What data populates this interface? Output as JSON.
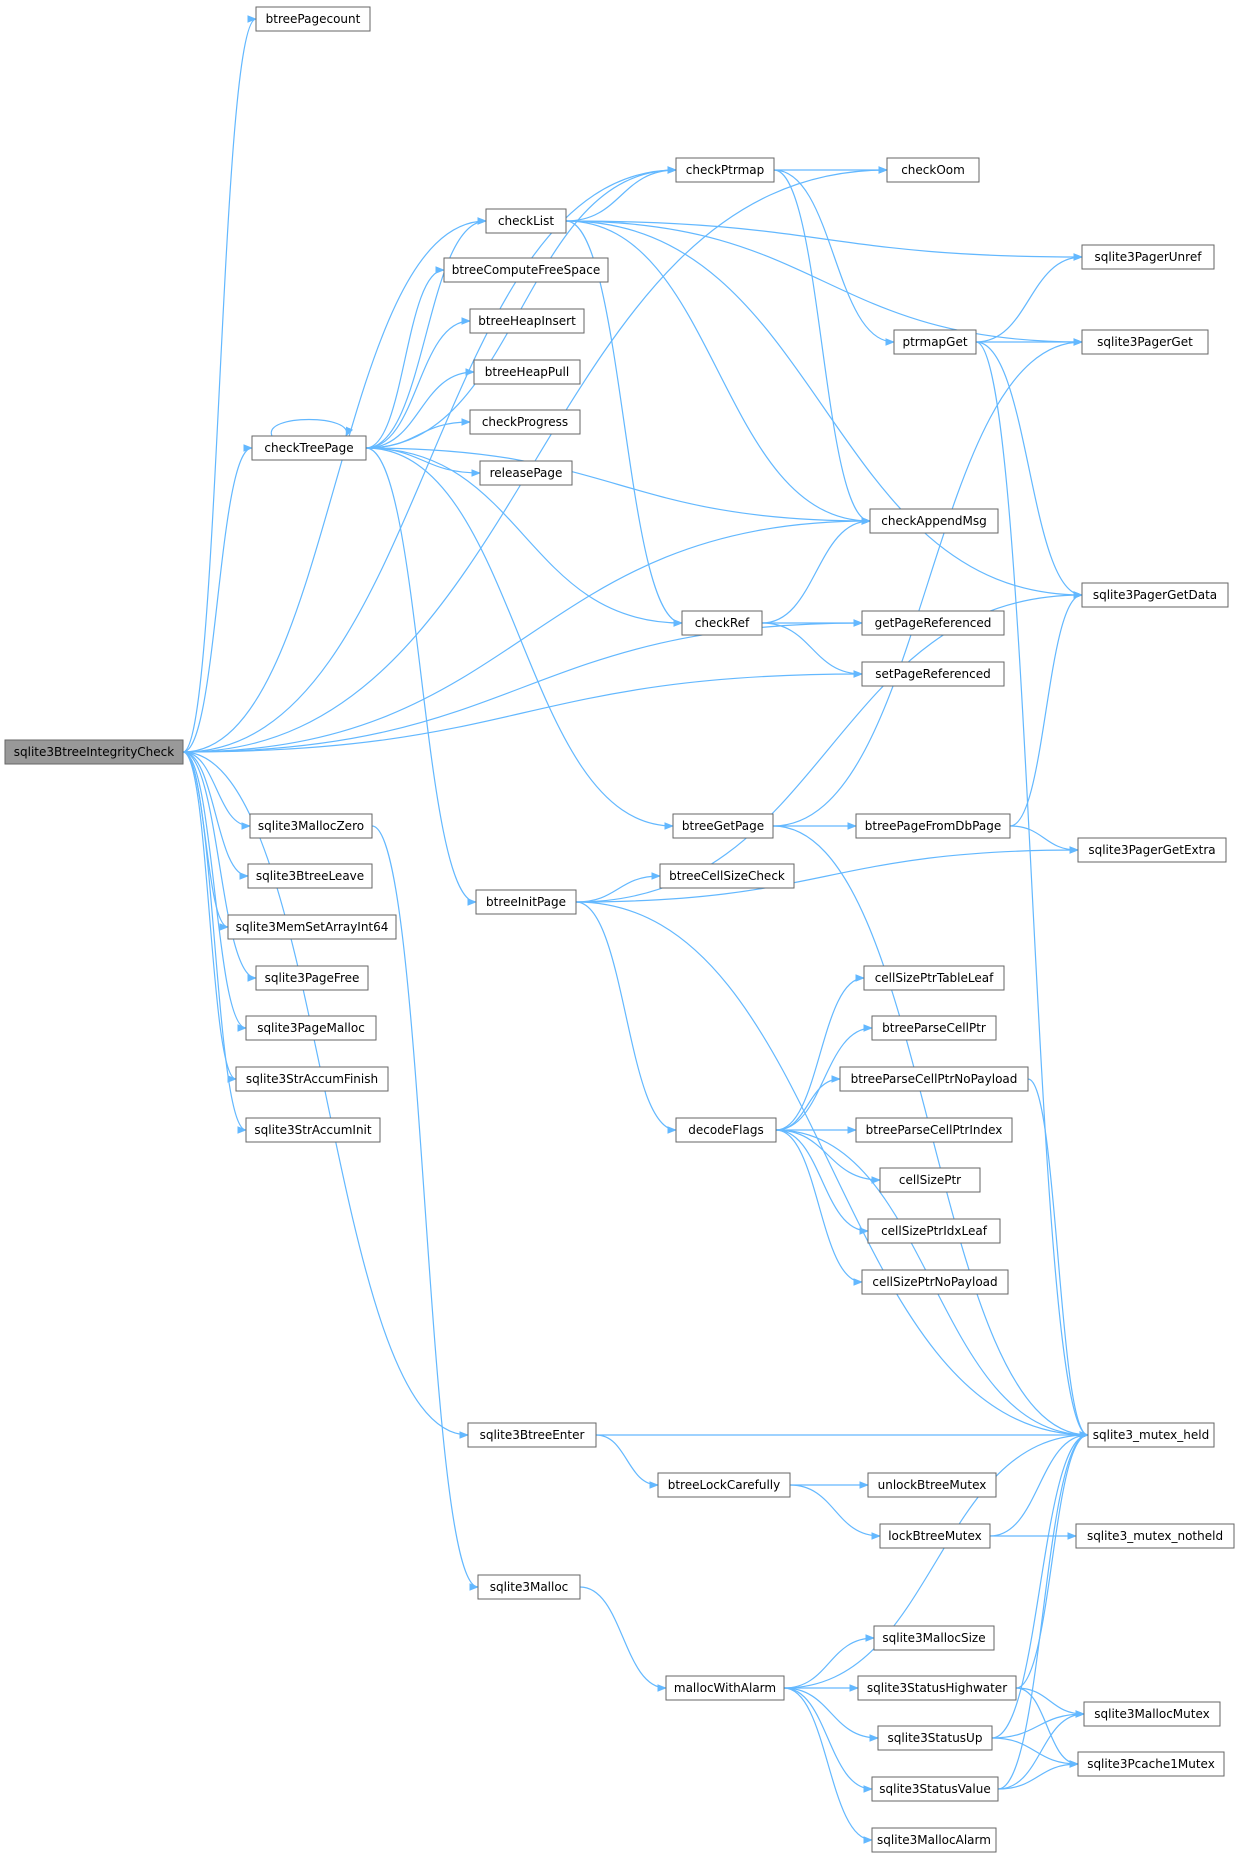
{
  "colors": {
    "edge": "#63b8ff",
    "node_border": "#666666",
    "root_fill": "#999999",
    "node_fill": "#ffffff"
  },
  "nodes": [
    {
      "id": "root",
      "label": "sqlite3BtreeIntegrityCheck",
      "root": true
    },
    {
      "id": "btreePagecount",
      "label": "btreePagecount"
    },
    {
      "id": "checkPtrmap",
      "label": "checkPtrmap"
    },
    {
      "id": "checkOom",
      "label": "checkOom"
    },
    {
      "id": "checkList",
      "label": "checkList"
    },
    {
      "id": "sqlite3PagerUnref",
      "label": "sqlite3PagerUnref"
    },
    {
      "id": "btreeComputeFreeSpace",
      "label": "btreeComputeFreeSpace"
    },
    {
      "id": "btreeHeapInsert",
      "label": "btreeHeapInsert"
    },
    {
      "id": "btreeHeapPull",
      "label": "btreeHeapPull"
    },
    {
      "id": "ptrmapGet",
      "label": "ptrmapGet"
    },
    {
      "id": "sqlite3PagerGet",
      "label": "sqlite3PagerGet"
    },
    {
      "id": "checkProgress",
      "label": "checkProgress"
    },
    {
      "id": "checkTreePage",
      "label": "checkTreePage"
    },
    {
      "id": "releasePage",
      "label": "releasePage"
    },
    {
      "id": "checkAppendMsg",
      "label": "checkAppendMsg"
    },
    {
      "id": "sqlite3PagerGetData",
      "label": "sqlite3PagerGetData"
    },
    {
      "id": "checkRef",
      "label": "checkRef"
    },
    {
      "id": "getPageReferenced",
      "label": "getPageReferenced"
    },
    {
      "id": "setPageReferenced",
      "label": "setPageReferenced"
    },
    {
      "id": "sqlite3MallocZero",
      "label": "sqlite3MallocZero"
    },
    {
      "id": "btreeGetPage",
      "label": "btreeGetPage"
    },
    {
      "id": "btreePageFromDbPage",
      "label": "btreePageFromDbPage"
    },
    {
      "id": "sqlite3PagerGetExtra",
      "label": "sqlite3PagerGetExtra"
    },
    {
      "id": "sqlite3BtreeLeave",
      "label": "sqlite3BtreeLeave"
    },
    {
      "id": "btreeInitPage",
      "label": "btreeInitPage"
    },
    {
      "id": "btreeCellSizeCheck",
      "label": "btreeCellSizeCheck"
    },
    {
      "id": "sqlite3MemSetArrayInt64",
      "label": "sqlite3MemSetArrayInt64"
    },
    {
      "id": "sqlite3PageFree",
      "label": "sqlite3PageFree"
    },
    {
      "id": "cellSizePtrTableLeaf",
      "label": "cellSizePtrTableLeaf"
    },
    {
      "id": "sqlite3PageMalloc",
      "label": "sqlite3PageMalloc"
    },
    {
      "id": "btreeParseCellPtr",
      "label": "btreeParseCellPtr"
    },
    {
      "id": "sqlite3StrAccumFinish",
      "label": "sqlite3StrAccumFinish"
    },
    {
      "id": "btreeParseCellPtrNoPayload",
      "label": "btreeParseCellPtrNoPayload"
    },
    {
      "id": "sqlite3StrAccumInit",
      "label": "sqlite3StrAccumInit"
    },
    {
      "id": "decodeFlags",
      "label": "decodeFlags"
    },
    {
      "id": "btreeParseCellPtrIndex",
      "label": "btreeParseCellPtrIndex"
    },
    {
      "id": "cellSizePtr",
      "label": "cellSizePtr"
    },
    {
      "id": "cellSizePtrIdxLeaf",
      "label": "cellSizePtrIdxLeaf"
    },
    {
      "id": "cellSizePtrNoPayload",
      "label": "cellSizePtrNoPayload"
    },
    {
      "id": "sqlite3BtreeEnter",
      "label": "sqlite3BtreeEnter"
    },
    {
      "id": "sqlite3_mutex_held",
      "label": "sqlite3_mutex_held"
    },
    {
      "id": "btreeLockCarefully",
      "label": "btreeLockCarefully"
    },
    {
      "id": "unlockBtreeMutex",
      "label": "unlockBtreeMutex"
    },
    {
      "id": "lockBtreeMutex",
      "label": "lockBtreeMutex"
    },
    {
      "id": "sqlite3_mutex_notheld",
      "label": "sqlite3_mutex_notheld"
    },
    {
      "id": "sqlite3Malloc",
      "label": "sqlite3Malloc"
    },
    {
      "id": "sqlite3MallocSize",
      "label": "sqlite3MallocSize"
    },
    {
      "id": "mallocWithAlarm",
      "label": "mallocWithAlarm"
    },
    {
      "id": "sqlite3StatusHighwater",
      "label": "sqlite3StatusHighwater"
    },
    {
      "id": "sqlite3MallocMutex",
      "label": "sqlite3MallocMutex"
    },
    {
      "id": "sqlite3StatusUp",
      "label": "sqlite3StatusUp"
    },
    {
      "id": "sqlite3Pcache1Mutex",
      "label": "sqlite3Pcache1Mutex"
    },
    {
      "id": "sqlite3StatusValue",
      "label": "sqlite3StatusValue"
    },
    {
      "id": "sqlite3MallocAlarm",
      "label": "sqlite3MallocAlarm"
    }
  ],
  "edges": [
    [
      "root",
      "btreePagecount"
    ],
    [
      "root",
      "checkOom"
    ],
    [
      "root",
      "checkPtrmap"
    ],
    [
      "root",
      "checkList"
    ],
    [
      "root",
      "checkTreePage"
    ],
    [
      "root",
      "checkAppendMsg"
    ],
    [
      "root",
      "getPageReferenced"
    ],
    [
      "root",
      "setPageReferenced"
    ],
    [
      "root",
      "sqlite3MallocZero"
    ],
    [
      "root",
      "sqlite3BtreeLeave"
    ],
    [
      "root",
      "sqlite3MemSetArrayInt64"
    ],
    [
      "root",
      "sqlite3PageFree"
    ],
    [
      "root",
      "sqlite3PageMalloc"
    ],
    [
      "root",
      "sqlite3StrAccumFinish"
    ],
    [
      "root",
      "sqlite3StrAccumInit"
    ],
    [
      "root",
      "sqlite3BtreeEnter"
    ],
    [
      "checkPtrmap",
      "checkOom"
    ],
    [
      "checkPtrmap",
      "ptrmapGet"
    ],
    [
      "checkPtrmap",
      "checkAppendMsg"
    ],
    [
      "checkList",
      "checkPtrmap"
    ],
    [
      "checkList",
      "sqlite3PagerUnref"
    ],
    [
      "checkList",
      "sqlite3PagerGet"
    ],
    [
      "checkList",
      "sqlite3PagerGetData"
    ],
    [
      "checkList",
      "checkAppendMsg"
    ],
    [
      "checkList",
      "checkRef"
    ],
    [
      "ptrmapGet",
      "sqlite3PagerUnref"
    ],
    [
      "ptrmapGet",
      "sqlite3PagerGet"
    ],
    [
      "ptrmapGet",
      "sqlite3PagerGetData"
    ],
    [
      "ptrmapGet",
      "sqlite3_mutex_held"
    ],
    [
      "checkTreePage",
      "checkPtrmap"
    ],
    [
      "checkTreePage",
      "checkList"
    ],
    [
      "checkTreePage",
      "btreeComputeFreeSpace"
    ],
    [
      "checkTreePage",
      "btreeHeapInsert"
    ],
    [
      "checkTreePage",
      "btreeHeapPull"
    ],
    [
      "checkTreePage",
      "checkProgress"
    ],
    [
      "checkTreePage",
      "releasePage"
    ],
    [
      "checkTreePage",
      "checkAppendMsg"
    ],
    [
      "checkTreePage",
      "checkRef"
    ],
    [
      "checkTreePage",
      "btreeGetPage"
    ],
    [
      "checkTreePage",
      "btreeInitPage"
    ],
    [
      "checkTreePage",
      "checkTreePage"
    ],
    [
      "checkRef",
      "checkAppendMsg"
    ],
    [
      "checkRef",
      "getPageReferenced"
    ],
    [
      "checkRef",
      "setPageReferenced"
    ],
    [
      "sqlite3MallocZero",
      "sqlite3Malloc"
    ],
    [
      "btreeGetPage",
      "sqlite3PagerGet"
    ],
    [
      "btreeGetPage",
      "btreePageFromDbPage"
    ],
    [
      "btreeGetPage",
      "sqlite3_mutex_held"
    ],
    [
      "btreePageFromDbPage",
      "sqlite3PagerGetData"
    ],
    [
      "btreePageFromDbPage",
      "sqlite3PagerGetExtra"
    ],
    [
      "btreeInitPage",
      "sqlite3PagerGetData"
    ],
    [
      "btreeInitPage",
      "btreeCellSizeCheck"
    ],
    [
      "btreeInitPage",
      "sqlite3PagerGetExtra"
    ],
    [
      "btreeInitPage",
      "decodeFlags"
    ],
    [
      "btreeInitPage",
      "sqlite3_mutex_held"
    ],
    [
      "decodeFlags",
      "cellSizePtrTableLeaf"
    ],
    [
      "decodeFlags",
      "btreeParseCellPtr"
    ],
    [
      "decodeFlags",
      "btreeParseCellPtrNoPayload"
    ],
    [
      "decodeFlags",
      "btreeParseCellPtrIndex"
    ],
    [
      "decodeFlags",
      "cellSizePtr"
    ],
    [
      "decodeFlags",
      "cellSizePtrIdxLeaf"
    ],
    [
      "decodeFlags",
      "cellSizePtrNoPayload"
    ],
    [
      "decodeFlags",
      "sqlite3_mutex_held"
    ],
    [
      "btreeParseCellPtrNoPayload",
      "sqlite3_mutex_held"
    ],
    [
      "sqlite3BtreeEnter",
      "sqlite3_mutex_held"
    ],
    [
      "sqlite3BtreeEnter",
      "btreeLockCarefully"
    ],
    [
      "btreeLockCarefully",
      "unlockBtreeMutex"
    ],
    [
      "btreeLockCarefully",
      "lockBtreeMutex"
    ],
    [
      "lockBtreeMutex",
      "sqlite3_mutex_held"
    ],
    [
      "lockBtreeMutex",
      "sqlite3_mutex_notheld"
    ],
    [
      "sqlite3Malloc",
      "mallocWithAlarm"
    ],
    [
      "mallocWithAlarm",
      "sqlite3_mutex_held"
    ],
    [
      "mallocWithAlarm",
      "sqlite3MallocSize"
    ],
    [
      "mallocWithAlarm",
      "sqlite3StatusHighwater"
    ],
    [
      "mallocWithAlarm",
      "sqlite3StatusUp"
    ],
    [
      "mallocWithAlarm",
      "sqlite3StatusValue"
    ],
    [
      "mallocWithAlarm",
      "sqlite3MallocAlarm"
    ],
    [
      "sqlite3StatusHighwater",
      "sqlite3_mutex_held"
    ],
    [
      "sqlite3StatusHighwater",
      "sqlite3MallocMutex"
    ],
    [
      "sqlite3StatusHighwater",
      "sqlite3Pcache1Mutex"
    ],
    [
      "sqlite3StatusUp",
      "sqlite3_mutex_held"
    ],
    [
      "sqlite3StatusUp",
      "sqlite3MallocMutex"
    ],
    [
      "sqlite3StatusUp",
      "sqlite3Pcache1Mutex"
    ],
    [
      "sqlite3StatusValue",
      "sqlite3_mutex_held"
    ],
    [
      "sqlite3StatusValue",
      "sqlite3MallocMutex"
    ],
    [
      "sqlite3StatusValue",
      "sqlite3Pcache1Mutex"
    ]
  ]
}
